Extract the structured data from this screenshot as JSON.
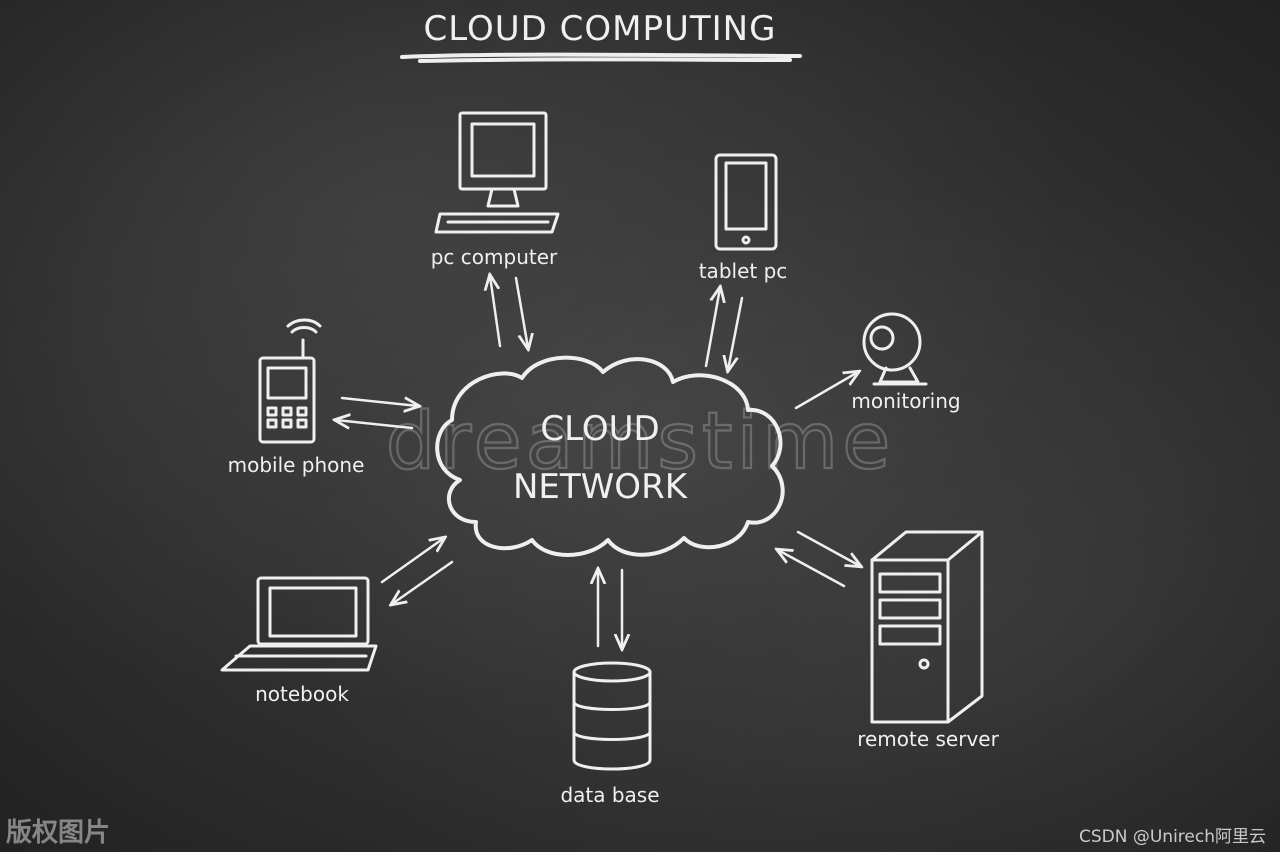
{
  "title": "CLOUD COMPUTING",
  "center": {
    "line1": "CLOUD",
    "line2": "NETWORK"
  },
  "nodes": {
    "pc": "pc computer",
    "tablet": "tablet pc",
    "mobile": "mobile phone",
    "monitoring": "monitoring",
    "notebook": "notebook",
    "database": "data base",
    "server": "remote server"
  },
  "watermarks": {
    "center": "dreamstime",
    "bottom_left": "版权图片",
    "bottom_right": "CSDN @Unirech阿里云"
  },
  "colors": {
    "board": "#2e2e2e",
    "chalk": "#efefef"
  }
}
